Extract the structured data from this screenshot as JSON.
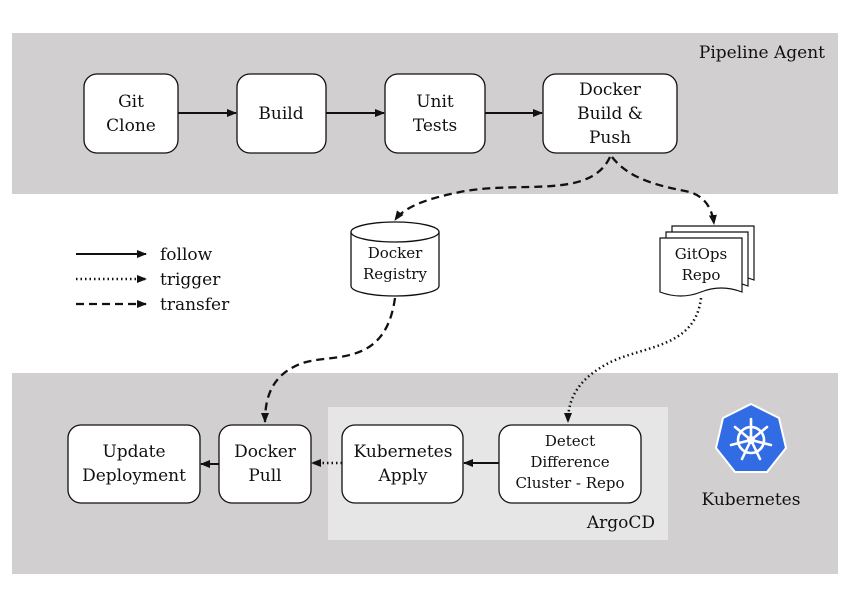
{
  "pipeline": {
    "title": "Pipeline Agent",
    "steps": [
      {
        "lines": [
          "Git",
          "Clone"
        ]
      },
      {
        "lines": [
          "Build"
        ]
      },
      {
        "lines": [
          "Unit",
          "Tests"
        ]
      },
      {
        "lines": [
          "Docker",
          "Build &",
          "Push"
        ]
      }
    ]
  },
  "legend": {
    "follow": "follow",
    "trigger": "trigger",
    "transfer": "transfer"
  },
  "middle": {
    "registry": [
      "Docker",
      "Registry"
    ],
    "gitops": [
      "GitOps",
      "Repo"
    ]
  },
  "kubernetes": {
    "title": "Kubernetes",
    "argocd_title": "ArgoCD",
    "steps": [
      {
        "lines": [
          "Update",
          "Deployment"
        ]
      },
      {
        "lines": [
          "Docker",
          "Pull"
        ]
      },
      {
        "lines": [
          "Kubernetes",
          "Apply"
        ]
      },
      {
        "lines": [
          "Detect",
          "Difference",
          "Cluster - Repo"
        ]
      }
    ]
  },
  "colors": {
    "band": "#d1cfcf",
    "argocd_panel": "#e6e6e6",
    "k8s_blue": "#326ce5"
  }
}
